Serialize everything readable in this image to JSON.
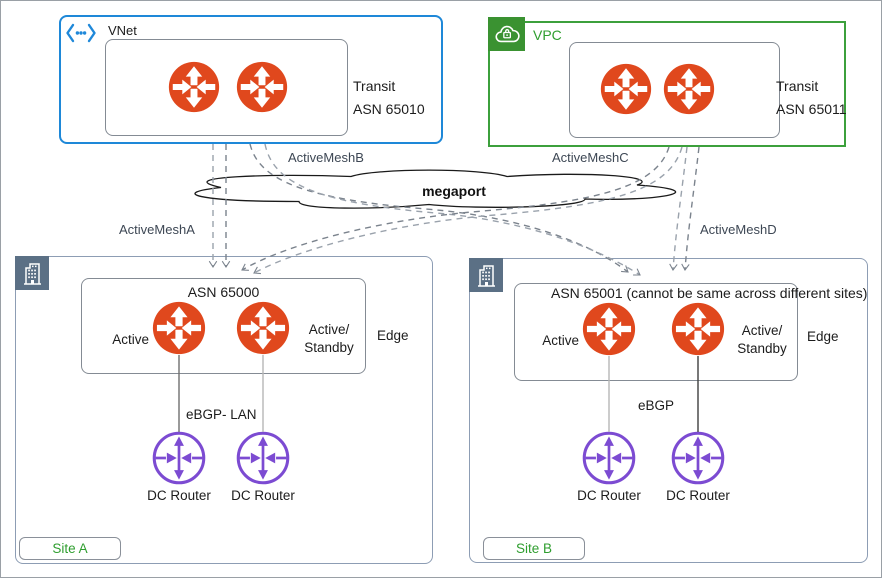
{
  "vnet": {
    "label": "VNet",
    "transit": "Transit\nASN 65010"
  },
  "vpc": {
    "label": "VPC",
    "transit": "Transit\nASN 65011"
  },
  "cloud": {
    "label": "megaport"
  },
  "links": {
    "a": "ActiveMeshA",
    "b": "ActiveMeshB",
    "c": "ActiveMeshC",
    "d": "ActiveMeshD"
  },
  "site_a": {
    "asn": "ASN 65000",
    "active": "Active",
    "active_standby": "Active/\nStandby",
    "edge": "Edge",
    "ebgp": "eBGP- LAN",
    "dc1": "DC Router",
    "dc2": "DC Router",
    "badge": "Site A"
  },
  "site_b": {
    "asn": "ASN 65001 (cannot be same across different sites)",
    "active": "Active",
    "active_standby": "Active/\nStandby",
    "edge": "Edge",
    "ebgp": "eBGP",
    "dc1": "DC Router",
    "dc2": "DC Router",
    "badge": "Site B"
  },
  "icons": {
    "vnet": "angle-brackets-dots-icon",
    "vpc": "cloud-lock-icon",
    "site": "building-icon",
    "transit_gateway": "orange-cross-arrows-router-icon",
    "dc_router": "purple-arrows-router-icon"
  },
  "colors": {
    "vnet_border": "#1E88D8",
    "vpc_border": "#3CA03C",
    "vpc_square": "#3A9231",
    "site_border": "#8D9DB4",
    "building_square": "#5B7085",
    "gateway_orange": "#E0481D",
    "dc_router_purple": "#7C4BD2",
    "green_text": "#2F9E2F",
    "connector_gray": "#7B838D"
  }
}
